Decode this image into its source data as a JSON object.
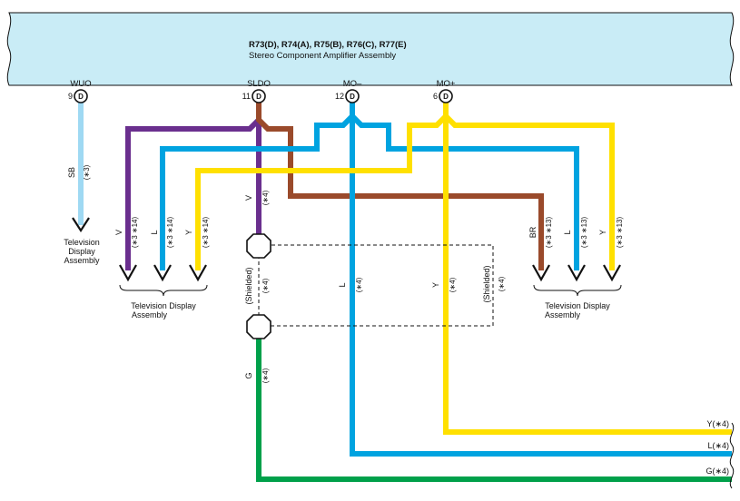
{
  "component": {
    "title": "R73(D), R74(A), R75(B), R76(C), R77(E)",
    "subtitle": "Stereo Component Amplifier Assembly",
    "fill_color": "#c9ecf6"
  },
  "terminals": [
    {
      "name": "WUO",
      "pin": "9",
      "type": "D"
    },
    {
      "name": "SLDO",
      "pin": "11",
      "type": "D"
    },
    {
      "name": "MO–",
      "pin": "12",
      "type": "D"
    },
    {
      "name": "MO+",
      "pin": "6",
      "type": "D"
    }
  ],
  "wire_colors": {
    "SB": "#9fd9f3",
    "V": "#6a2f8e",
    "BR": "#9a4a2b",
    "L": "#00a3e0",
    "Y": "#ffe000",
    "G": "#00a04a"
  },
  "labels": {
    "wuo_code": "SB",
    "wuo_note": "(∗3)",
    "tv_display_1": "Television",
    "tv_display_2": "Display",
    "tv_display_3": "Assembly",
    "tv_display_asm_1": "Television Display",
    "tv_display_asm_2": "Assembly",
    "left_v": "V",
    "left_l": "L",
    "left_y": "Y",
    "note_3_14": "(∗3 ∗14)",
    "right_br": "BR",
    "right_l": "L",
    "right_y": "Y",
    "note_3_13": "(∗3 ∗13)",
    "sldo_v": "V",
    "note_4": "(∗4)",
    "shielded": "(Shielded)",
    "mid_l": "L",
    "mid_y": "Y",
    "ground_g": "G",
    "out_y": "Y(∗4)",
    "out_l": "L(∗4)",
    "out_g": "G(∗4)"
  }
}
